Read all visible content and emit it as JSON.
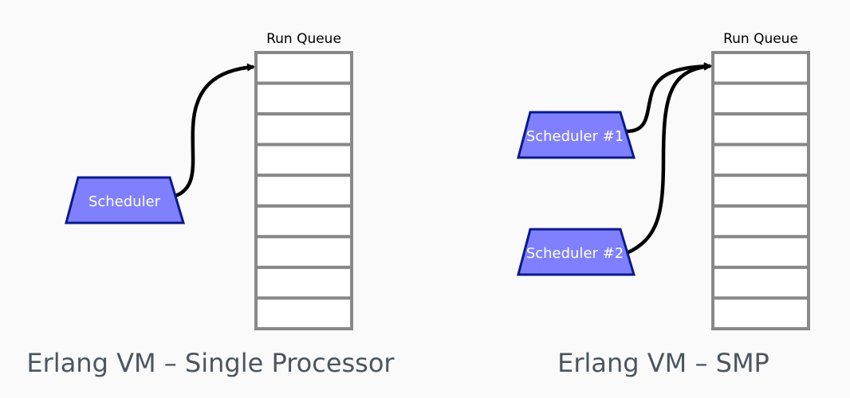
{
  "colors": {
    "scheduler_fill": "#8080ff",
    "scheduler_stroke": "#0a1a8c",
    "queue_stroke": "#888888",
    "arrow": "#000000",
    "caption": "#4a5560"
  },
  "left": {
    "queue_label": "Run Queue",
    "queue_slots": 9,
    "schedulers": [
      "Scheduler"
    ],
    "caption": "Erlang VM – Single Processor"
  },
  "right": {
    "queue_label": "Run Queue",
    "queue_slots": 9,
    "schedulers": [
      "Scheduler #1",
      "Scheduler #2"
    ],
    "caption": "Erlang VM – SMP"
  }
}
